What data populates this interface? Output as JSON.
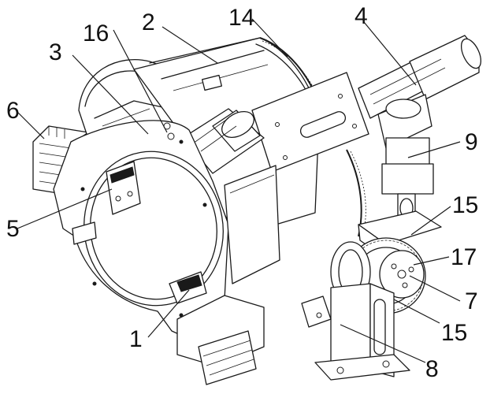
{
  "callouts": {
    "c1": "1",
    "c2": "2",
    "c3": "3",
    "c4": "4",
    "c5": "5",
    "c6": "6",
    "c7": "7",
    "c8": "8",
    "c9": "9",
    "c14": "14",
    "c15a": "15",
    "c15b": "15",
    "c16": "16",
    "c17": "17"
  }
}
